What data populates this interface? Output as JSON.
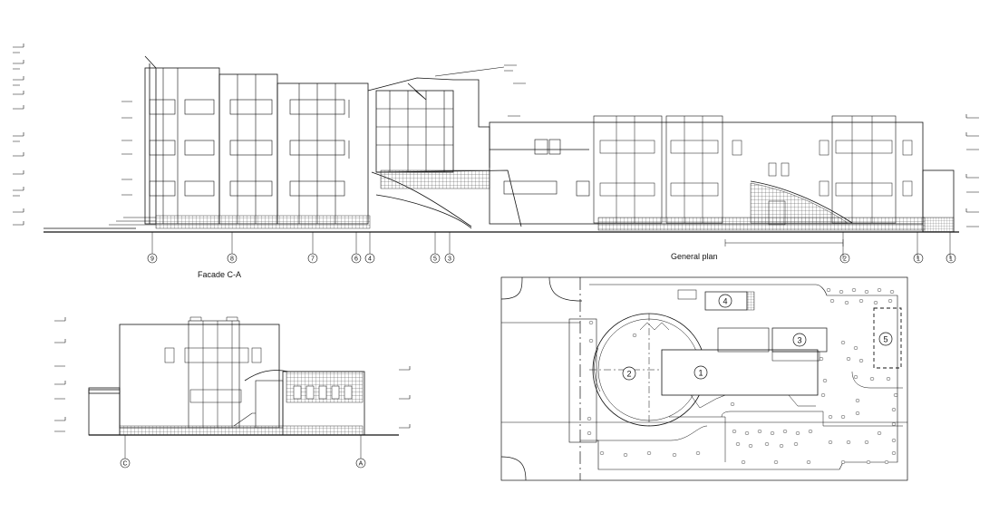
{
  "labels": {
    "facade_title": "Facade C-A",
    "plan_title": "General plan"
  },
  "facade_axes": [
    "9",
    "8",
    "7",
    "6",
    "4",
    "5",
    "3",
    "2",
    "1",
    "1"
  ],
  "side_axes": [
    "C",
    "A"
  ],
  "plan_zones": [
    "1",
    "2",
    "3",
    "4",
    "5"
  ]
}
